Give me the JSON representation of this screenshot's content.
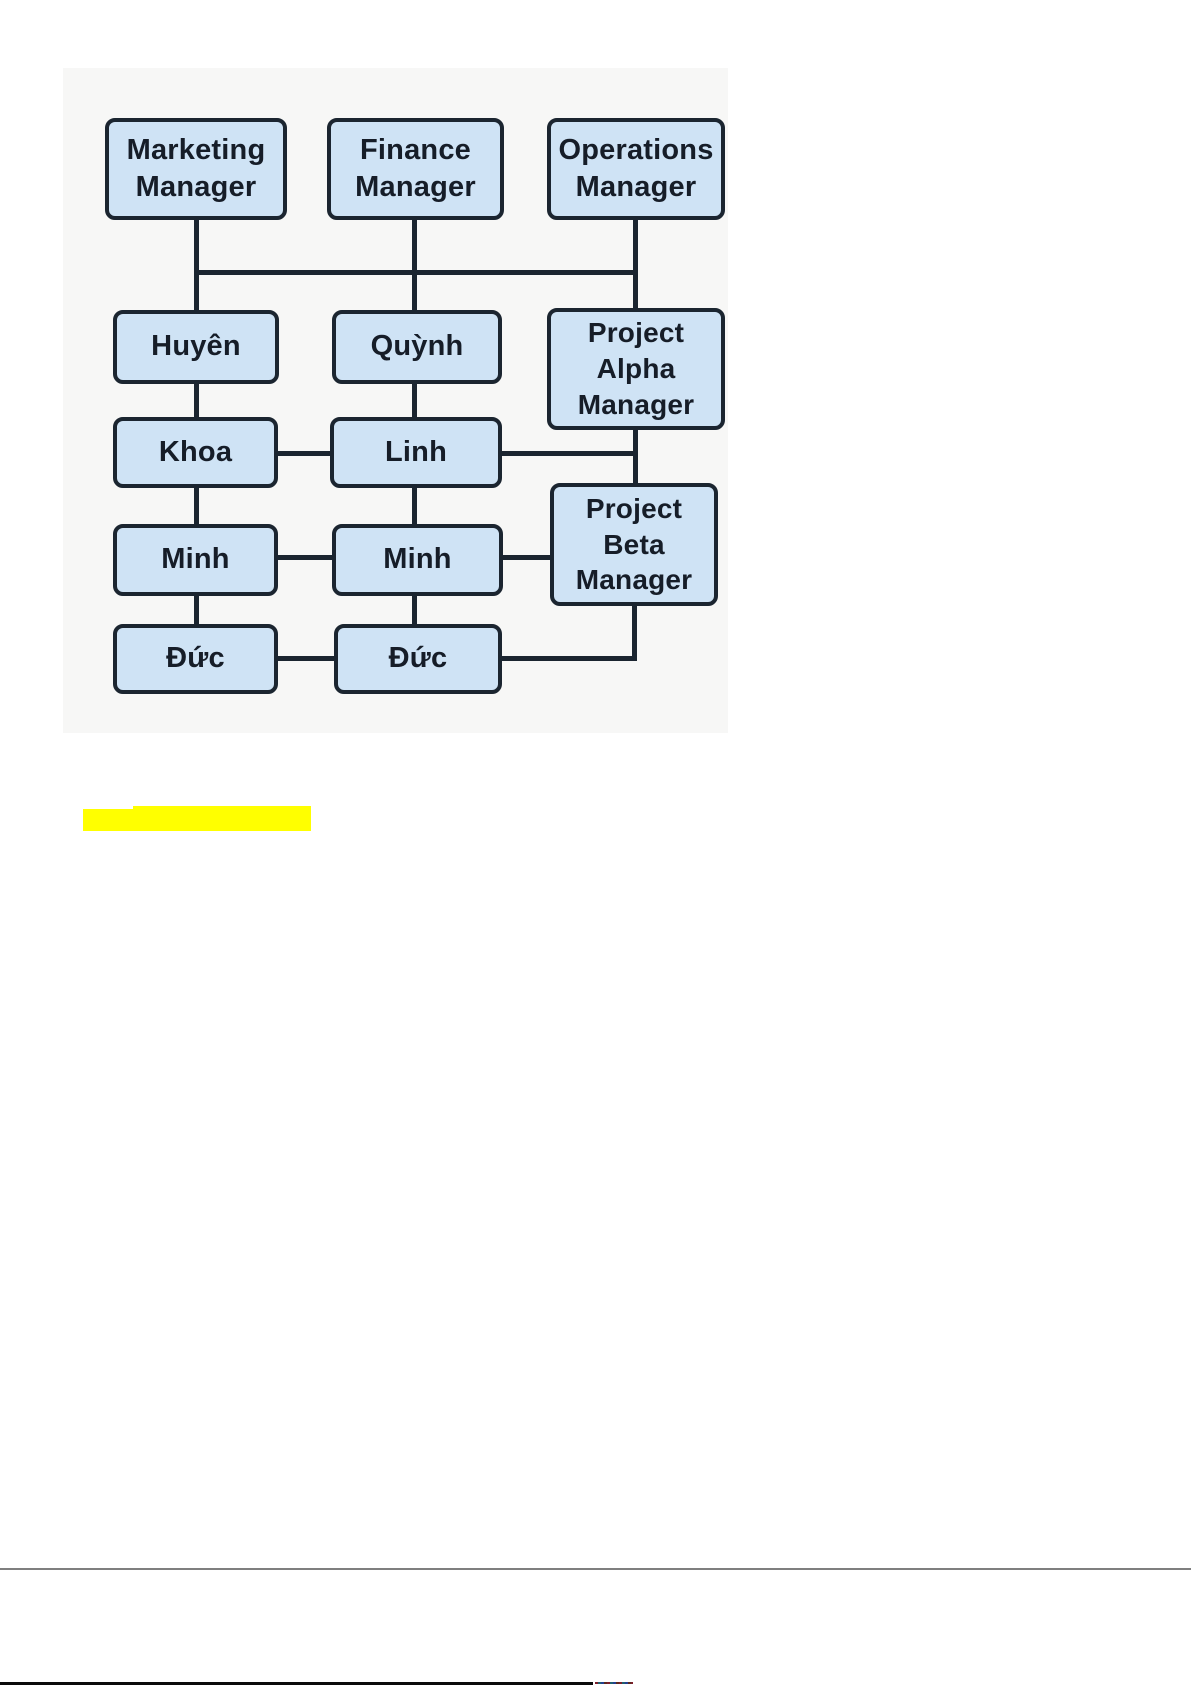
{
  "diagram": {
    "nodes": {
      "marketing": {
        "label": "Marketing Manager"
      },
      "finance": {
        "label": "Finance Manager"
      },
      "operations": {
        "label": "Operations Manager"
      },
      "huyen": {
        "label": "Huyên"
      },
      "quynh": {
        "label": "Quỳnh"
      },
      "project_alpha": {
        "label": "Project Alpha Manager"
      },
      "khoa": {
        "label": "Khoa"
      },
      "linh": {
        "label": "Linh"
      },
      "project_beta": {
        "label": "Project Beta Manager"
      },
      "minh_left": {
        "label": "Minh"
      },
      "minh_mid": {
        "label": "Minh"
      },
      "duc_left": {
        "label": "Đức"
      },
      "duc_mid": {
        "label": "Đức"
      }
    },
    "edges": [
      "Marketing Manager - Huyên",
      "Finance Manager - Quỳnh",
      "Operations Manager - Project Alpha Manager",
      "Huyên - Khoa",
      "Quỳnh - Linh",
      "Khoa - Linh",
      "Linh - Project Alpha Manager",
      "Project Alpha Manager - Project Beta Manager",
      "Khoa - Minh",
      "Linh - Minh",
      "Minh - Minh",
      "Minh - Project Beta Manager",
      "Minh - Đức",
      "Minh - Đức",
      "Đức - Đức",
      "Đức - Project Beta Manager"
    ],
    "colors": {
      "node_fill": "#cfe3f5",
      "node_border": "#1b2530",
      "panel_background": "#f7f7f6",
      "text": "#161d28"
    }
  },
  "annotations": {
    "highlight_color": "#ffff00",
    "divider_color": "#7f7f7f",
    "bottom_bar_color": "#0a0a0a"
  }
}
